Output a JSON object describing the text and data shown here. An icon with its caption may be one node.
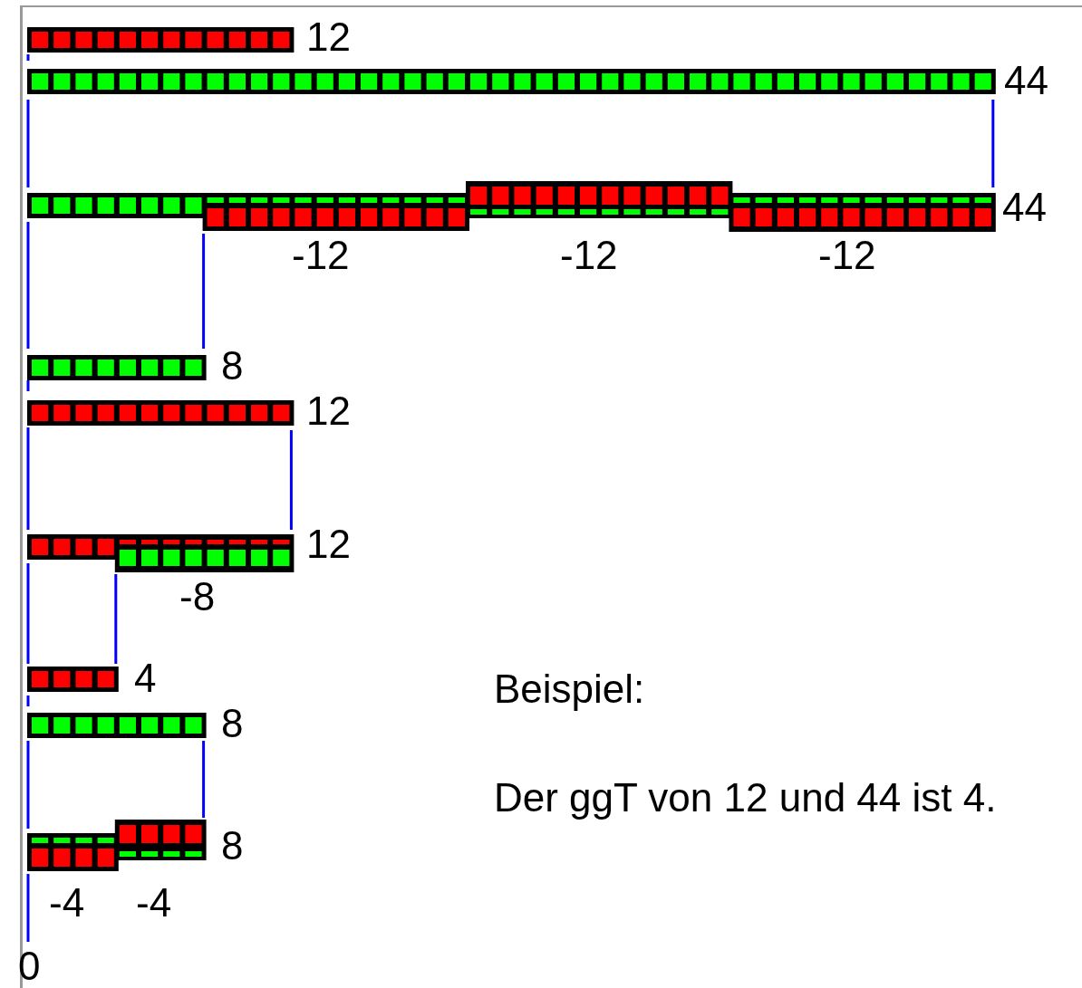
{
  "diagram": {
    "labels": [
      "12",
      "44",
      "44",
      "-12",
      "-12",
      "-12",
      "8",
      "12",
      "12",
      "-8",
      "4",
      "Beispiel:",
      "8",
      "Der ggT von 12 und 44 ist 4.",
      "8",
      "-4",
      "-4",
      "0"
    ]
  }
}
